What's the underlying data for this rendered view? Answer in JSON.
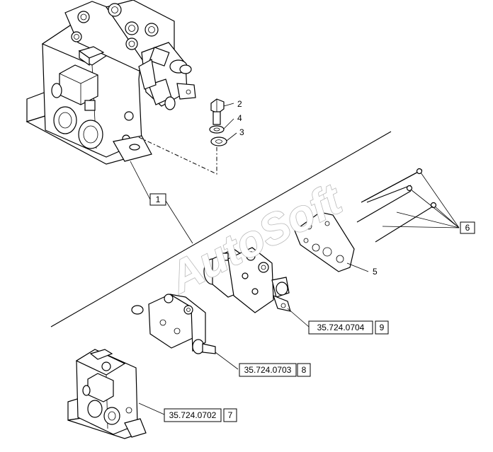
{
  "watermark": "AutoSoft",
  "callouts": {
    "item_1": "1",
    "item_2": "2",
    "item_3": "3",
    "item_4": "4",
    "item_5": "5",
    "item_6": "6",
    "ref_9_code": "35.724.0704",
    "ref_9_num": "9",
    "ref_8_code": "35.724.0703",
    "ref_8_num": "8",
    "ref_7_code": "35.724.0702",
    "ref_7_num": "7"
  }
}
